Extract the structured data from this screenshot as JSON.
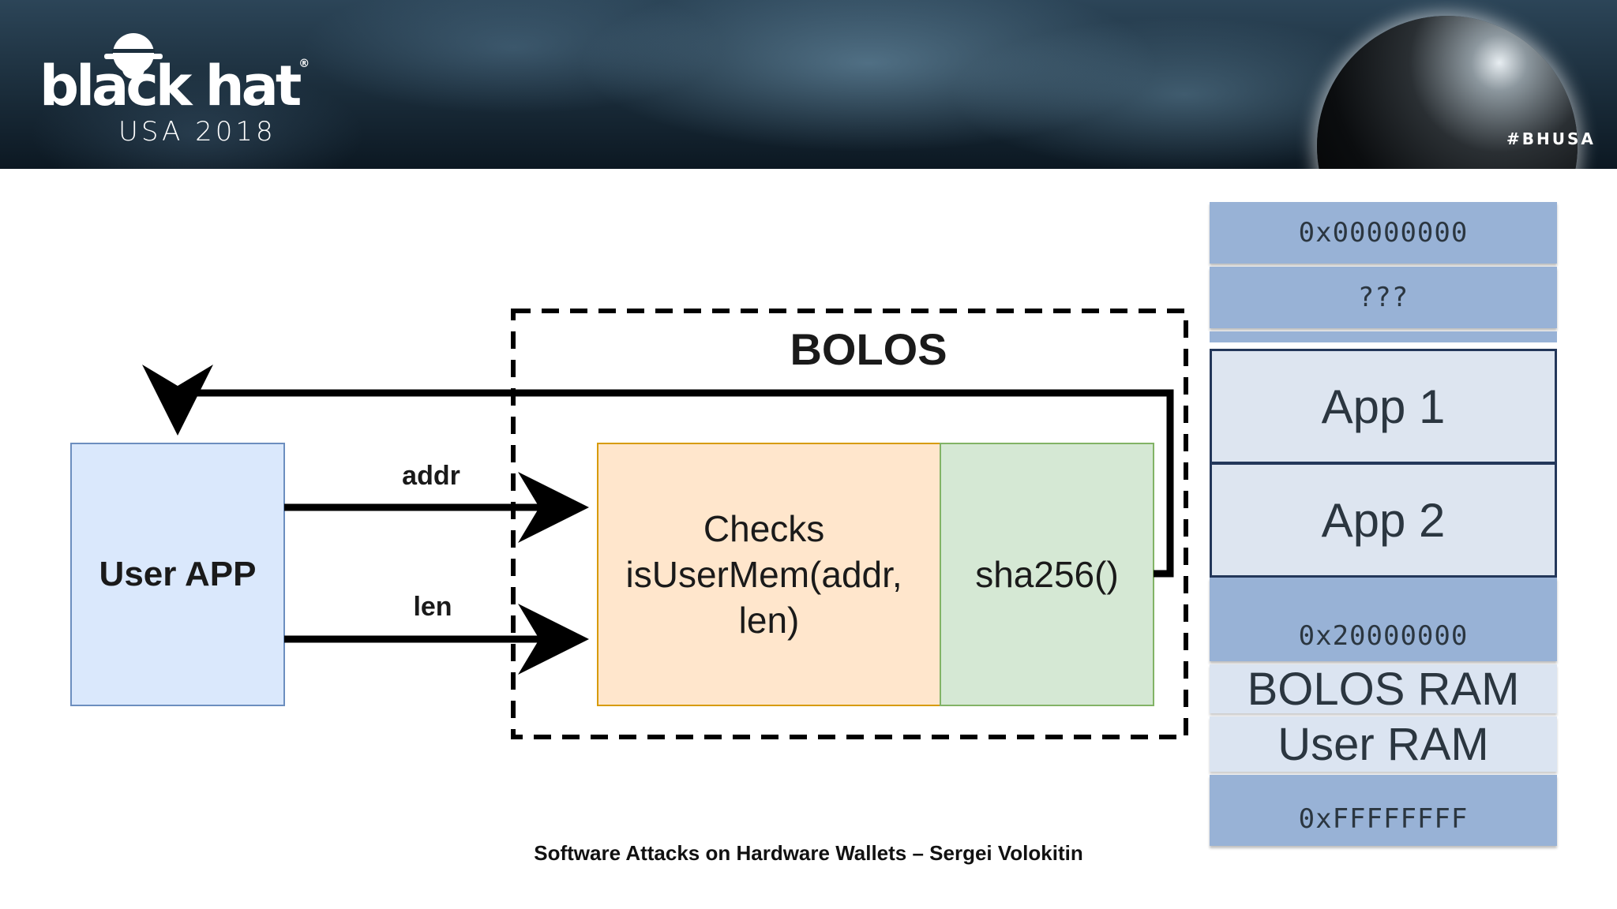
{
  "header": {
    "logo_word": "black hat",
    "logo_sub": "USA 2018",
    "hashtag": "#BHUSA"
  },
  "diagram": {
    "bolos_label": "BOLOS",
    "user_app_label": "User APP",
    "arrow_addr_label": "addr",
    "arrow_len_label": "len",
    "checks_lines": [
      "Checks",
      "isUserMem(addr,",
      "len)"
    ],
    "sha_label": "sha256()",
    "colors": {
      "user_app_fill": "#dae8fc",
      "user_app_stroke": "#6c8ebf",
      "checks_fill": "#ffe6cc",
      "checks_stroke": "#d79b00",
      "sha_fill": "#d5e8d4",
      "sha_stroke": "#82b366"
    }
  },
  "memory_map": {
    "segments": [
      {
        "label": "0x00000000",
        "style": "dark"
      },
      {
        "label": "???",
        "style": "dark"
      },
      {
        "label": "App 1",
        "style": "app"
      },
      {
        "label": "App 2",
        "style": "app"
      },
      {
        "label": "0x20000000",
        "style": "dark"
      },
      {
        "label": "BOLOS RAM",
        "style": "light"
      },
      {
        "label": "User RAM",
        "style": "light"
      },
      {
        "label": "0xFFFFFFFF",
        "style": "dark"
      }
    ]
  },
  "footer": {
    "text": "Software Attacks on Hardware Wallets – Sergei Volokitin"
  }
}
